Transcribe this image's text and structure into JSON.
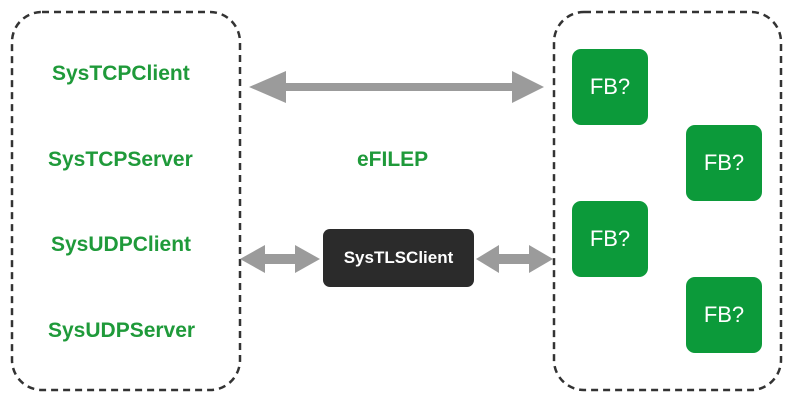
{
  "left_group": {
    "items": [
      "SysTCPClient",
      "SysTCPServer",
      "SysUDPClient",
      "SysUDPServer"
    ]
  },
  "middle": {
    "protocol_label": "eFILEP",
    "tls_box": "SysTLSClient"
  },
  "right_group": {
    "blocks": [
      "FB?",
      "FB?",
      "FB?",
      "FB?"
    ]
  },
  "colors": {
    "green_text": "#1f9a3a",
    "fb_fill": "#0c9a3a",
    "tls_fill": "#2b2b2b",
    "arrow": "#9b9b9b",
    "border": "#333333"
  }
}
